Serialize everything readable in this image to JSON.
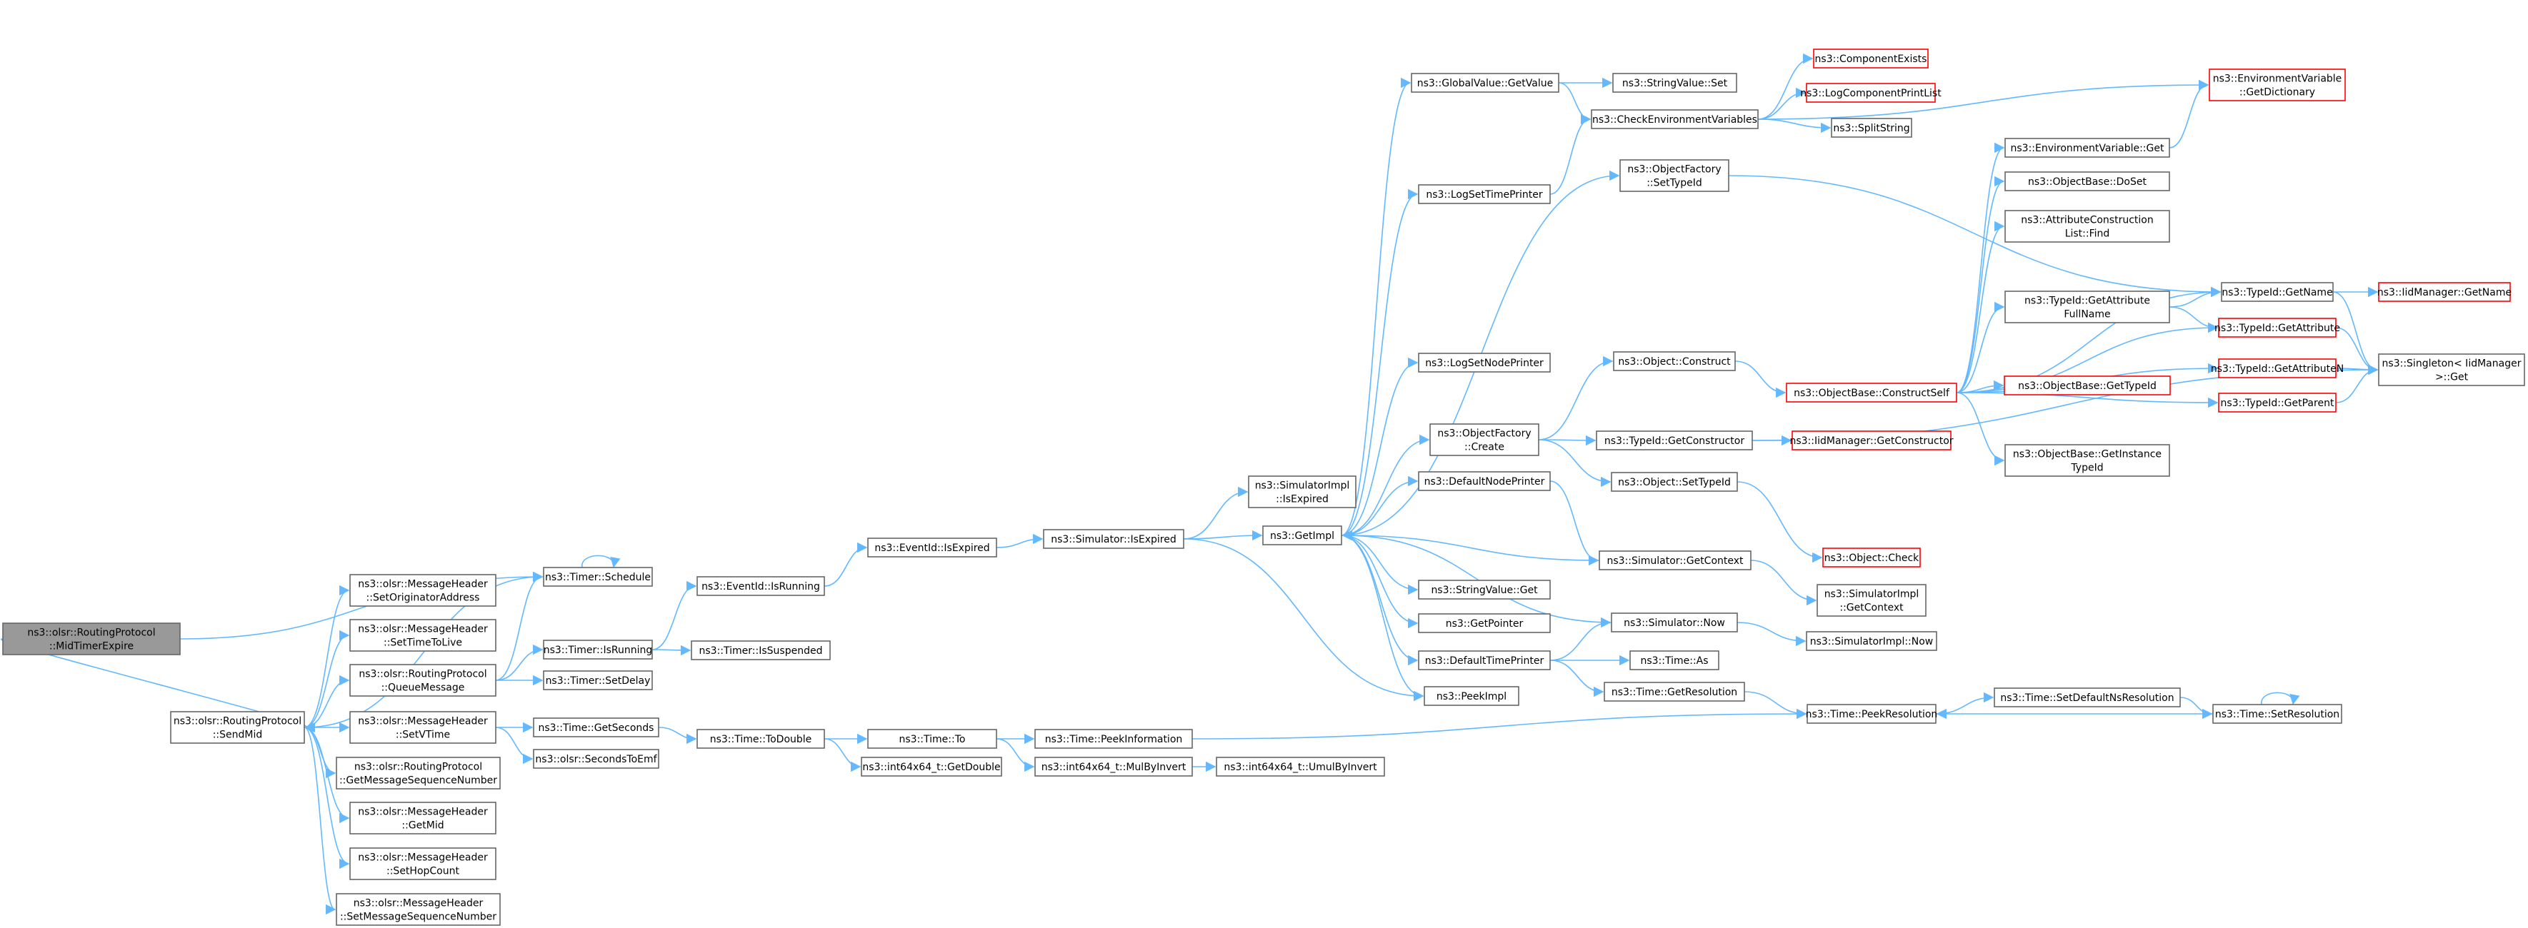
{
  "graph": {
    "colors": {
      "edge": "#63b8ff",
      "node_border": "#666666",
      "root_fill": "#999999",
      "undocumented_border": "#ff0000"
    },
    "nodes": [
      {
        "id": "n0",
        "lines": [
          "ns3::olsr::RoutingProtocol",
          "::MidTimerExpire"
        ],
        "style": "root"
      },
      {
        "id": "n1",
        "lines": [
          "ns3::olsr::RoutingProtocol",
          "::SendMid"
        ]
      },
      {
        "id": "n2",
        "lines": [
          "ns3::Timer::Schedule"
        ]
      },
      {
        "id": "n3",
        "lines": [
          "ns3::olsr::MessageHeader",
          "::SetOriginatorAddress"
        ]
      },
      {
        "id": "n4",
        "lines": [
          "ns3::olsr::MessageHeader",
          "::SetTimeToLive"
        ]
      },
      {
        "id": "n5",
        "lines": [
          "ns3::olsr::RoutingProtocol",
          "::QueueMessage"
        ]
      },
      {
        "id": "n6",
        "lines": [
          "ns3::olsr::MessageHeader",
          "::SetVTime"
        ]
      },
      {
        "id": "n7",
        "lines": [
          "ns3::olsr::RoutingProtocol",
          "::GetMessageSequenceNumber"
        ]
      },
      {
        "id": "n8",
        "lines": [
          "ns3::olsr::MessageHeader",
          "::GetMid"
        ]
      },
      {
        "id": "n9",
        "lines": [
          "ns3::olsr::MessageHeader",
          "::SetHopCount"
        ]
      },
      {
        "id": "n10",
        "lines": [
          "ns3::olsr::MessageHeader",
          "::SetMessageSequenceNumber"
        ]
      },
      {
        "id": "n11",
        "lines": [
          "ns3::Timer::IsRunning"
        ]
      },
      {
        "id": "n12",
        "lines": [
          "ns3::Timer::SetDelay"
        ]
      },
      {
        "id": "n13",
        "lines": [
          "ns3::Time::GetSeconds"
        ]
      },
      {
        "id": "n14",
        "lines": [
          "ns3::olsr::SecondsToEmf"
        ]
      },
      {
        "id": "n15",
        "lines": [
          "ns3::EventId::IsRunning"
        ]
      },
      {
        "id": "n16",
        "lines": [
          "ns3::Timer::IsSuspended"
        ]
      },
      {
        "id": "n17",
        "lines": [
          "ns3::Time::ToDouble"
        ]
      },
      {
        "id": "n18",
        "lines": [
          "ns3::EventId::IsExpired"
        ]
      },
      {
        "id": "n19",
        "lines": [
          "ns3::Time::To"
        ]
      },
      {
        "id": "n20",
        "lines": [
          "ns3::int64x64_t::GetDouble"
        ]
      },
      {
        "id": "n21",
        "lines": [
          "ns3::Simulator::IsExpired"
        ]
      },
      {
        "id": "n22",
        "lines": [
          "ns3::Time::PeekInformation"
        ]
      },
      {
        "id": "n23",
        "lines": [
          "ns3::int64x64_t::MulByInvert"
        ]
      },
      {
        "id": "n24",
        "lines": [
          "ns3::SimulatorImpl",
          "::IsExpired"
        ]
      },
      {
        "id": "n25",
        "lines": [
          "ns3::GetImpl"
        ]
      },
      {
        "id": "n26",
        "lines": [
          "ns3::PeekImpl"
        ]
      },
      {
        "id": "n27",
        "lines": [
          "ns3::int64x64_t::UmulByInvert"
        ]
      },
      {
        "id": "n28",
        "lines": [
          "ns3::GlobalValue::GetValue"
        ]
      },
      {
        "id": "n29",
        "lines": [
          "ns3::LogSetTimePrinter"
        ]
      },
      {
        "id": "n30",
        "lines": [
          "ns3::LogSetNodePrinter"
        ]
      },
      {
        "id": "n31",
        "lines": [
          "ns3::ObjectFactory",
          "::Create"
        ]
      },
      {
        "id": "n32",
        "lines": [
          "ns3::DefaultNodePrinter"
        ]
      },
      {
        "id": "n33",
        "lines": [
          "ns3::StringValue::Get"
        ]
      },
      {
        "id": "n34",
        "lines": [
          "ns3::GetPointer"
        ]
      },
      {
        "id": "n35",
        "lines": [
          "ns3::DefaultTimePrinter"
        ]
      },
      {
        "id": "n36",
        "lines": [
          "ns3::StringValue::Set"
        ]
      },
      {
        "id": "n37",
        "lines": [
          "ns3::CheckEnvironmentVariables"
        ]
      },
      {
        "id": "n38",
        "lines": [
          "ns3::ObjectFactory",
          "::SetTypeId"
        ]
      },
      {
        "id": "n39",
        "lines": [
          "ns3::Object::Construct"
        ]
      },
      {
        "id": "n40",
        "lines": [
          "ns3::TypeId::GetConstructor"
        ]
      },
      {
        "id": "n41",
        "lines": [
          "ns3::Object::SetTypeId"
        ]
      },
      {
        "id": "n42",
        "lines": [
          "ns3::Simulator::GetContext"
        ]
      },
      {
        "id": "n43",
        "lines": [
          "ns3::Simulator::Now"
        ]
      },
      {
        "id": "n44",
        "lines": [
          "ns3::Time::As"
        ]
      },
      {
        "id": "n45",
        "lines": [
          "ns3::Time::GetResolution"
        ]
      },
      {
        "id": "n46",
        "lines": [
          "ns3::ComponentExists"
        ],
        "style": "bad"
      },
      {
        "id": "n47",
        "lines": [
          "ns3::LogComponentPrintList"
        ],
        "style": "bad"
      },
      {
        "id": "n48",
        "lines": [
          "ns3::SplitString"
        ]
      },
      {
        "id": "n49",
        "lines": [
          "ns3::ObjectBase::ConstructSelf"
        ],
        "style": "bad"
      },
      {
        "id": "n50",
        "lines": [
          "ns3::IidManager::GetConstructor"
        ],
        "style": "bad"
      },
      {
        "id": "n51",
        "lines": [
          "ns3::Object::Check"
        ],
        "style": "bad"
      },
      {
        "id": "n52",
        "lines": [
          "ns3::SimulatorImpl",
          "::GetContext"
        ]
      },
      {
        "id": "n53",
        "lines": [
          "ns3::SimulatorImpl::Now"
        ]
      },
      {
        "id": "n54",
        "lines": [
          "ns3::Time::PeekResolution"
        ]
      },
      {
        "id": "n55",
        "lines": [
          "ns3::EnvironmentVariable::Get"
        ]
      },
      {
        "id": "n56",
        "lines": [
          "ns3::ObjectBase::DoSet"
        ]
      },
      {
        "id": "n57",
        "lines": [
          "ns3::AttributeConstruction",
          "List::Find"
        ]
      },
      {
        "id": "n58",
        "lines": [
          "ns3::TypeId::GetAttribute",
          "FullName"
        ]
      },
      {
        "id": "n59",
        "lines": [
          "ns3::ObjectBase::GetTypeId"
        ],
        "style": "bad"
      },
      {
        "id": "n60",
        "lines": [
          "ns3::ObjectBase::GetInstance",
          "TypeId"
        ]
      },
      {
        "id": "n61",
        "lines": [
          "ns3::Time::SetDefaultNsResolution"
        ]
      },
      {
        "id": "n62",
        "lines": [
          "ns3::EnvironmentVariable",
          "::GetDictionary"
        ],
        "style": "bad"
      },
      {
        "id": "n63",
        "lines": [
          "ns3::TypeId::GetName"
        ]
      },
      {
        "id": "n64",
        "lines": [
          "ns3::TypeId::GetAttribute"
        ],
        "style": "bad"
      },
      {
        "id": "n65",
        "lines": [
          "ns3::TypeId::GetAttributeN"
        ],
        "style": "bad"
      },
      {
        "id": "n66",
        "lines": [
          "ns3::TypeId::GetParent"
        ],
        "style": "bad"
      },
      {
        "id": "n67",
        "lines": [
          "ns3::Time::SetResolution"
        ]
      },
      {
        "id": "n68",
        "lines": [
          "ns3::IidManager::GetName"
        ],
        "style": "bad"
      },
      {
        "id": "n69",
        "lines": [
          "ns3::Singleton< IidManager",
          ">::Get"
        ]
      }
    ],
    "edges": [
      [
        "n0",
        "n1"
      ],
      [
        "n0",
        "n2"
      ],
      [
        "n1",
        "n2"
      ],
      [
        "n1",
        "n3"
      ],
      [
        "n1",
        "n4"
      ],
      [
        "n1",
        "n5"
      ],
      [
        "n1",
        "n6"
      ],
      [
        "n1",
        "n7"
      ],
      [
        "n1",
        "n8"
      ],
      [
        "n1",
        "n9"
      ],
      [
        "n1",
        "n10"
      ],
      [
        "n2",
        "n2"
      ],
      [
        "n5",
        "n2"
      ],
      [
        "n5",
        "n11"
      ],
      [
        "n5",
        "n12"
      ],
      [
        "n6",
        "n13"
      ],
      [
        "n6",
        "n14"
      ],
      [
        "n11",
        "n15"
      ],
      [
        "n11",
        "n16"
      ],
      [
        "n13",
        "n17"
      ],
      [
        "n15",
        "n18"
      ],
      [
        "n17",
        "n19"
      ],
      [
        "n17",
        "n20"
      ],
      [
        "n18",
        "n21"
      ],
      [
        "n19",
        "n22"
      ],
      [
        "n19",
        "n23"
      ],
      [
        "n21",
        "n24"
      ],
      [
        "n21",
        "n25"
      ],
      [
        "n21",
        "n26"
      ],
      [
        "n22",
        "n54"
      ],
      [
        "n23",
        "n27"
      ],
      [
        "n25",
        "n28"
      ],
      [
        "n25",
        "n29"
      ],
      [
        "n25",
        "n38"
      ],
      [
        "n25",
        "n30"
      ],
      [
        "n25",
        "n31"
      ],
      [
        "n25",
        "n32"
      ],
      [
        "n25",
        "n33"
      ],
      [
        "n25",
        "n34"
      ],
      [
        "n25",
        "n35"
      ],
      [
        "n25",
        "n26"
      ],
      [
        "n28",
        "n36"
      ],
      [
        "n28",
        "n37"
      ],
      [
        "n29",
        "n37"
      ],
      [
        "n31",
        "n39"
      ],
      [
        "n31",
        "n40"
      ],
      [
        "n31",
        "n41"
      ],
      [
        "n32",
        "n42"
      ],
      [
        "n35",
        "n43"
      ],
      [
        "n35",
        "n44"
      ],
      [
        "n35",
        "n45"
      ],
      [
        "n37",
        "n46"
      ],
      [
        "n37",
        "n47"
      ],
      [
        "n37",
        "n48"
      ],
      [
        "n37",
        "n62"
      ],
      [
        "n38",
        "n63"
      ],
      [
        "n39",
        "n49"
      ],
      [
        "n40",
        "n50"
      ],
      [
        "n40",
        "n69"
      ],
      [
        "n41",
        "n51"
      ],
      [
        "n42",
        "n25"
      ],
      [
        "n42",
        "n52"
      ],
      [
        "n43",
        "n25"
      ],
      [
        "n43",
        "n53"
      ],
      [
        "n45",
        "n54"
      ],
      [
        "n49",
        "n55"
      ],
      [
        "n49",
        "n56"
      ],
      [
        "n49",
        "n57"
      ],
      [
        "n49",
        "n58"
      ],
      [
        "n49",
        "n59"
      ],
      [
        "n49",
        "n60"
      ],
      [
        "n49",
        "n63"
      ],
      [
        "n49",
        "n64"
      ],
      [
        "n49",
        "n65"
      ],
      [
        "n49",
        "n66"
      ],
      [
        "n54",
        "n61"
      ],
      [
        "n55",
        "n62"
      ],
      [
        "n58",
        "n63"
      ],
      [
        "n58",
        "n64"
      ],
      [
        "n61",
        "n67"
      ],
      [
        "n63",
        "n68"
      ],
      [
        "n63",
        "n69"
      ],
      [
        "n64",
        "n69"
      ],
      [
        "n65",
        "n69"
      ],
      [
        "n66",
        "n69"
      ],
      [
        "n67",
        "n54"
      ],
      [
        "n67",
        "n67"
      ]
    ]
  }
}
